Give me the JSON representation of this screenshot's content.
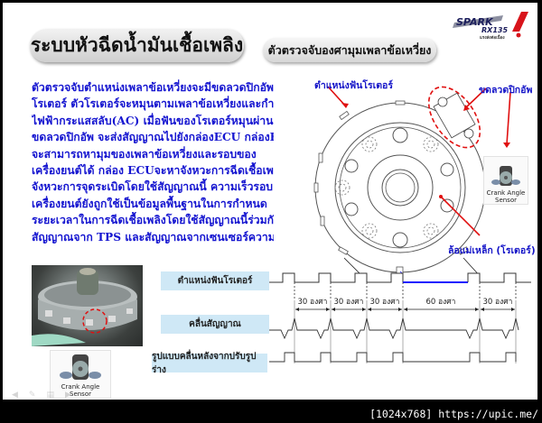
{
  "header": {
    "title": "ระบบหัวฉีดน้ำมันเชื้อเพลิง",
    "subtitle": "ตัวตรวจจับองศามุมเพลาข้อเหวี่ยง",
    "logo": {
      "line1": "SPARK",
      "line2": "RX135",
      "tagline": "แรงส่งต่อเนื่อง",
      "accent_color": "#d8141b"
    }
  },
  "body_text": {
    "color": "#1515d0",
    "lines": [
      "ตัวตรวจจับตำแหน่งเพลาข้อเหวี่ยงจะมีขดลวดปิกอัพและ",
      "โรเตอร์  ตัวโรเตอร์จะหมุนตามเพลาข้อเหวี่ยงและกำหนด",
      "ไฟฟ้ากระแสสลับ(AC)  เมื่อฟันของโรเตอร์หมุนผ่าน",
      "ขดลวดปิกอัพ จะส่งสัญญาณไปยังกล่องECU กล่องECU",
      "จะสามารถหามุมของเพลาข้อเหวี่ยงและรอบของ",
      "เครื่องยนต์ได้  กล่อง ECUจะหาจังหวะการฉีดเชื้อเพลิงและ",
      "จังหวะการจุดระเบิดโดยใช้สัญญาณนี้  ความเร็วรอบ",
      "เครื่องยนต์ยังถูกใช้เป็นข้อมูลพื้นฐานในการกำหนด",
      "ระยะเวลาในการฉีดเชื้อเพลิงโดยใช้สัญญาณนี้ร่วมกับ",
      "สัญญาณจาก TPS และสัญญาณจากเซนเซอร์ความดัน"
    ]
  },
  "diagram": {
    "labels": {
      "rotor_tooth": "ตำแหน่งฟันโรเตอร์",
      "pickup_coil": "ขดลวดปิกอัพ",
      "magnet_wheel": "ล้อแม่เหล็ก (โรเตอร์)"
    },
    "sensor_caption": "Crank Angle Sensor",
    "sensor_caption_line1": "Crank Angle",
    "sensor_caption_line2": "Sensor",
    "colors": {
      "red": "#e01010",
      "blue": "#1a1aff",
      "label_blue": "#1515c8"
    }
  },
  "waveform": {
    "rows": [
      {
        "label": "ตำแหน่งฟันโรเตอร์"
      },
      {
        "label": "คลื่นสัญญาณ"
      },
      {
        "label": "รูปแบบคลื่นหลังจากปรับรูปร่าง"
      }
    ],
    "intervals": [
      {
        "label": "30 องศา",
        "degrees": 30
      },
      {
        "label": "30 องศา",
        "degrees": 30
      },
      {
        "label": "30 องศา",
        "degrees": 30
      },
      {
        "label": "60 องศา",
        "degrees": 60
      },
      {
        "label": "30 องศา",
        "degrees": 30
      }
    ],
    "label_bg": "#cfe8f6"
  },
  "toolbar": {
    "icons": [
      "back-arrow",
      "pen",
      "menu",
      "forward-arrow"
    ]
  },
  "footer": {
    "text": "[1024x768] https://upic.me/"
  }
}
